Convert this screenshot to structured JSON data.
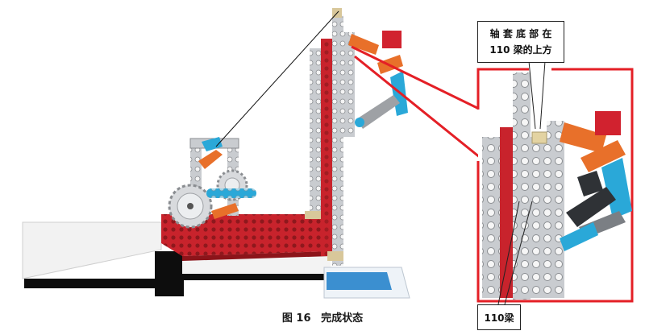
{
  "callouts": {
    "top_line1": "轴 套 底 部 在",
    "top_line2": "110 梁的上方",
    "bottom": "110梁"
  },
  "caption": {
    "label": "图 16",
    "text": "完成状态"
  },
  "colors": {
    "highlight_red": "#e41f26",
    "plate_red": "#c8232c",
    "beam_gray": "#c9ccd0",
    "beam_dark": "#2f3236",
    "orange": "#e8702a",
    "blue": "#2aa8d8",
    "water_blue": "#3b8fd0"
  },
  "icons": [
    "gear-icon",
    "pin-icon"
  ]
}
